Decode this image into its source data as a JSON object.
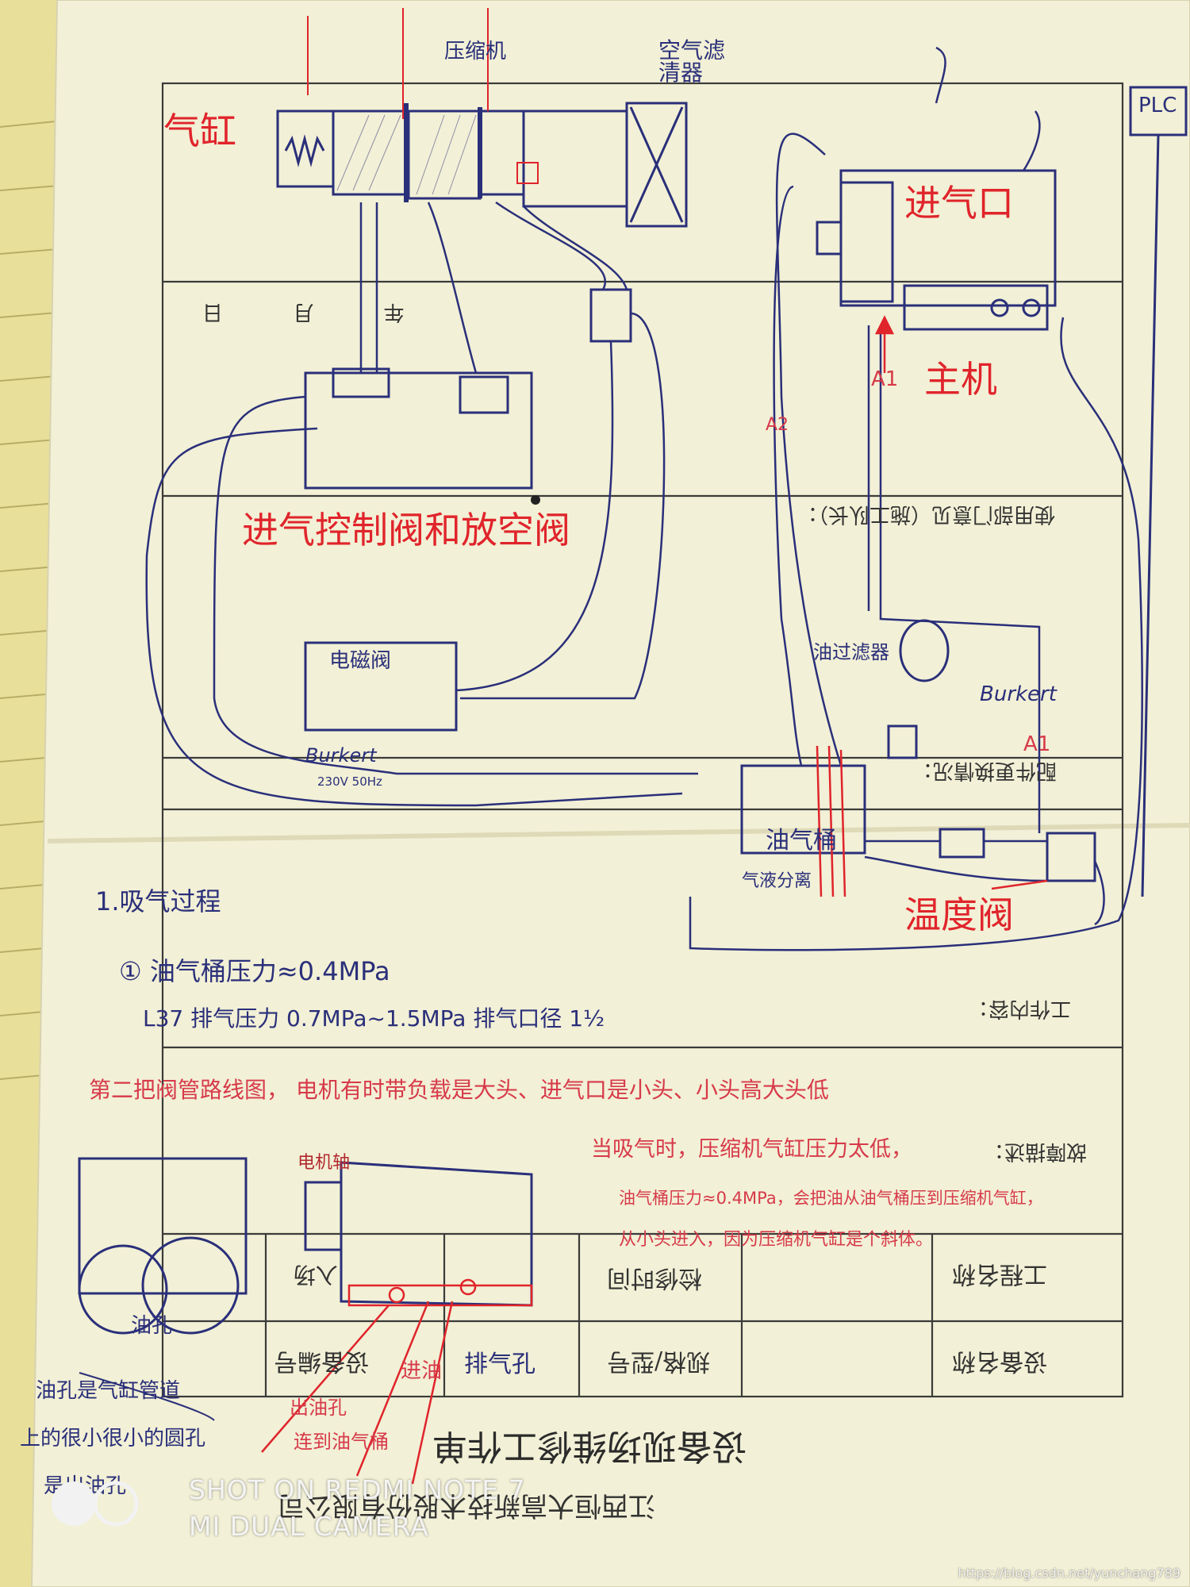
{
  "labels": {
    "cylinder": "气缸",
    "air_inlet": "进气口",
    "main_unit": "主机",
    "intake_control_valve": "进气控制阀和放空阀",
    "temp_valve": "温度阀"
  },
  "sketch": {
    "compressor": "压缩机",
    "air_filter": "空气滤清器",
    "plc": "PLC",
    "solenoid": "电磁阀",
    "burkert": "Burkert",
    "voltage": "230V 50Hz",
    "oil_tank": "油气桶",
    "oil_filter": "油过滤器",
    "separator_note": "气液分离",
    "a1": "A1",
    "a2": "A2",
    "process_title": "1.吸气过程",
    "process_line1": "① 油气桶压力≈0.4MPa",
    "process_line2": "L37 排气压力 0.7MPa~1.5MPa  排气口径 1½",
    "red_note1": "第二把阀管路线图，  电机有时带负载是大头、进气口是小头、小头高大头低",
    "red_note2": "当吸气时，压缩机气缸压力太低，",
    "red_note3": "油气桶压力≈0.4MPa，会把油从油气桶压到压缩机气缸，",
    "red_note4": "从小头进入，因为压缩机气缸是个斜体。",
    "oil_hole": "油孔",
    "exhaust_hole": "排气孔",
    "oil_inlet": "进油",
    "motor_shaft": "电机轴",
    "left_note1": "油孔是气缸管道",
    "left_note2": "上的很小很小的圆孔",
    "left_note3": "是出油孔",
    "red_arrow_note1": "出油孔",
    "red_arrow_note2": "连到油气桶"
  },
  "form": {
    "title": "设备现场维修工作单",
    "company": "江西恒大高新技术股份有限公司",
    "project_name": "工程名称",
    "equipment_name": "设备名称",
    "repair_time": "检修时间",
    "spec_model": "规格/型号",
    "equipment_no": "设备编号",
    "entry": "入场",
    "fault_desc": "故障描述：",
    "work_content": "工作内容：",
    "parts": "配件更换情况：",
    "dept_opinion": "使用部门意见（施工队长）：",
    "date": "年 月 日"
  },
  "watermark": {
    "line1": "SHOT ON REDMI NOTE 7",
    "line2": "MI DUAL CAMERA",
    "url": "https://blog.csdn.net/yunchang789"
  },
  "colors": {
    "paper": "#f2f0d6",
    "ink_blue": "#2a2f7a",
    "ink_red": "#e0242b",
    "pink_desk": "#f1c8c4",
    "notebook": "#e8e09a"
  }
}
